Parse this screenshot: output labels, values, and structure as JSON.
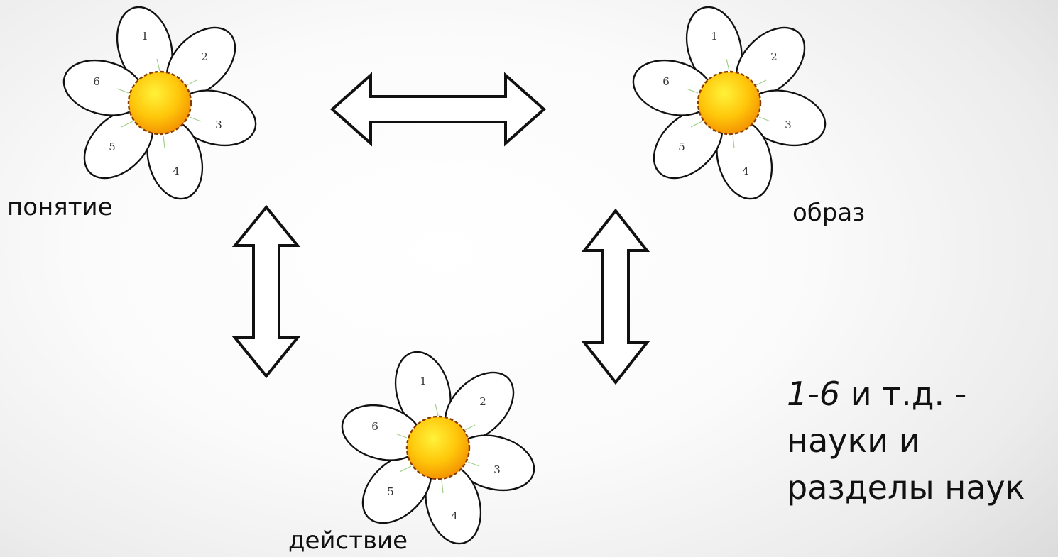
{
  "nodes": {
    "concept": {
      "label": "понятие",
      "petals": [
        "1",
        "2",
        "3",
        "4",
        "5",
        "6"
      ]
    },
    "image": {
      "label": "образ",
      "petals": [
        "1",
        "2",
        "3",
        "4",
        "5",
        "6"
      ]
    },
    "action": {
      "label": "действие",
      "petals": [
        "1",
        "2",
        "3",
        "4",
        "5",
        "6"
      ]
    }
  },
  "legend": {
    "range": "1-6",
    "line1_rest": " и т.д. -",
    "line2": "науки и",
    "line3": "разделы наук"
  },
  "colors": {
    "flower_center": "#f7a400",
    "petal_fill": "#ffffff",
    "outline": "#111111"
  }
}
